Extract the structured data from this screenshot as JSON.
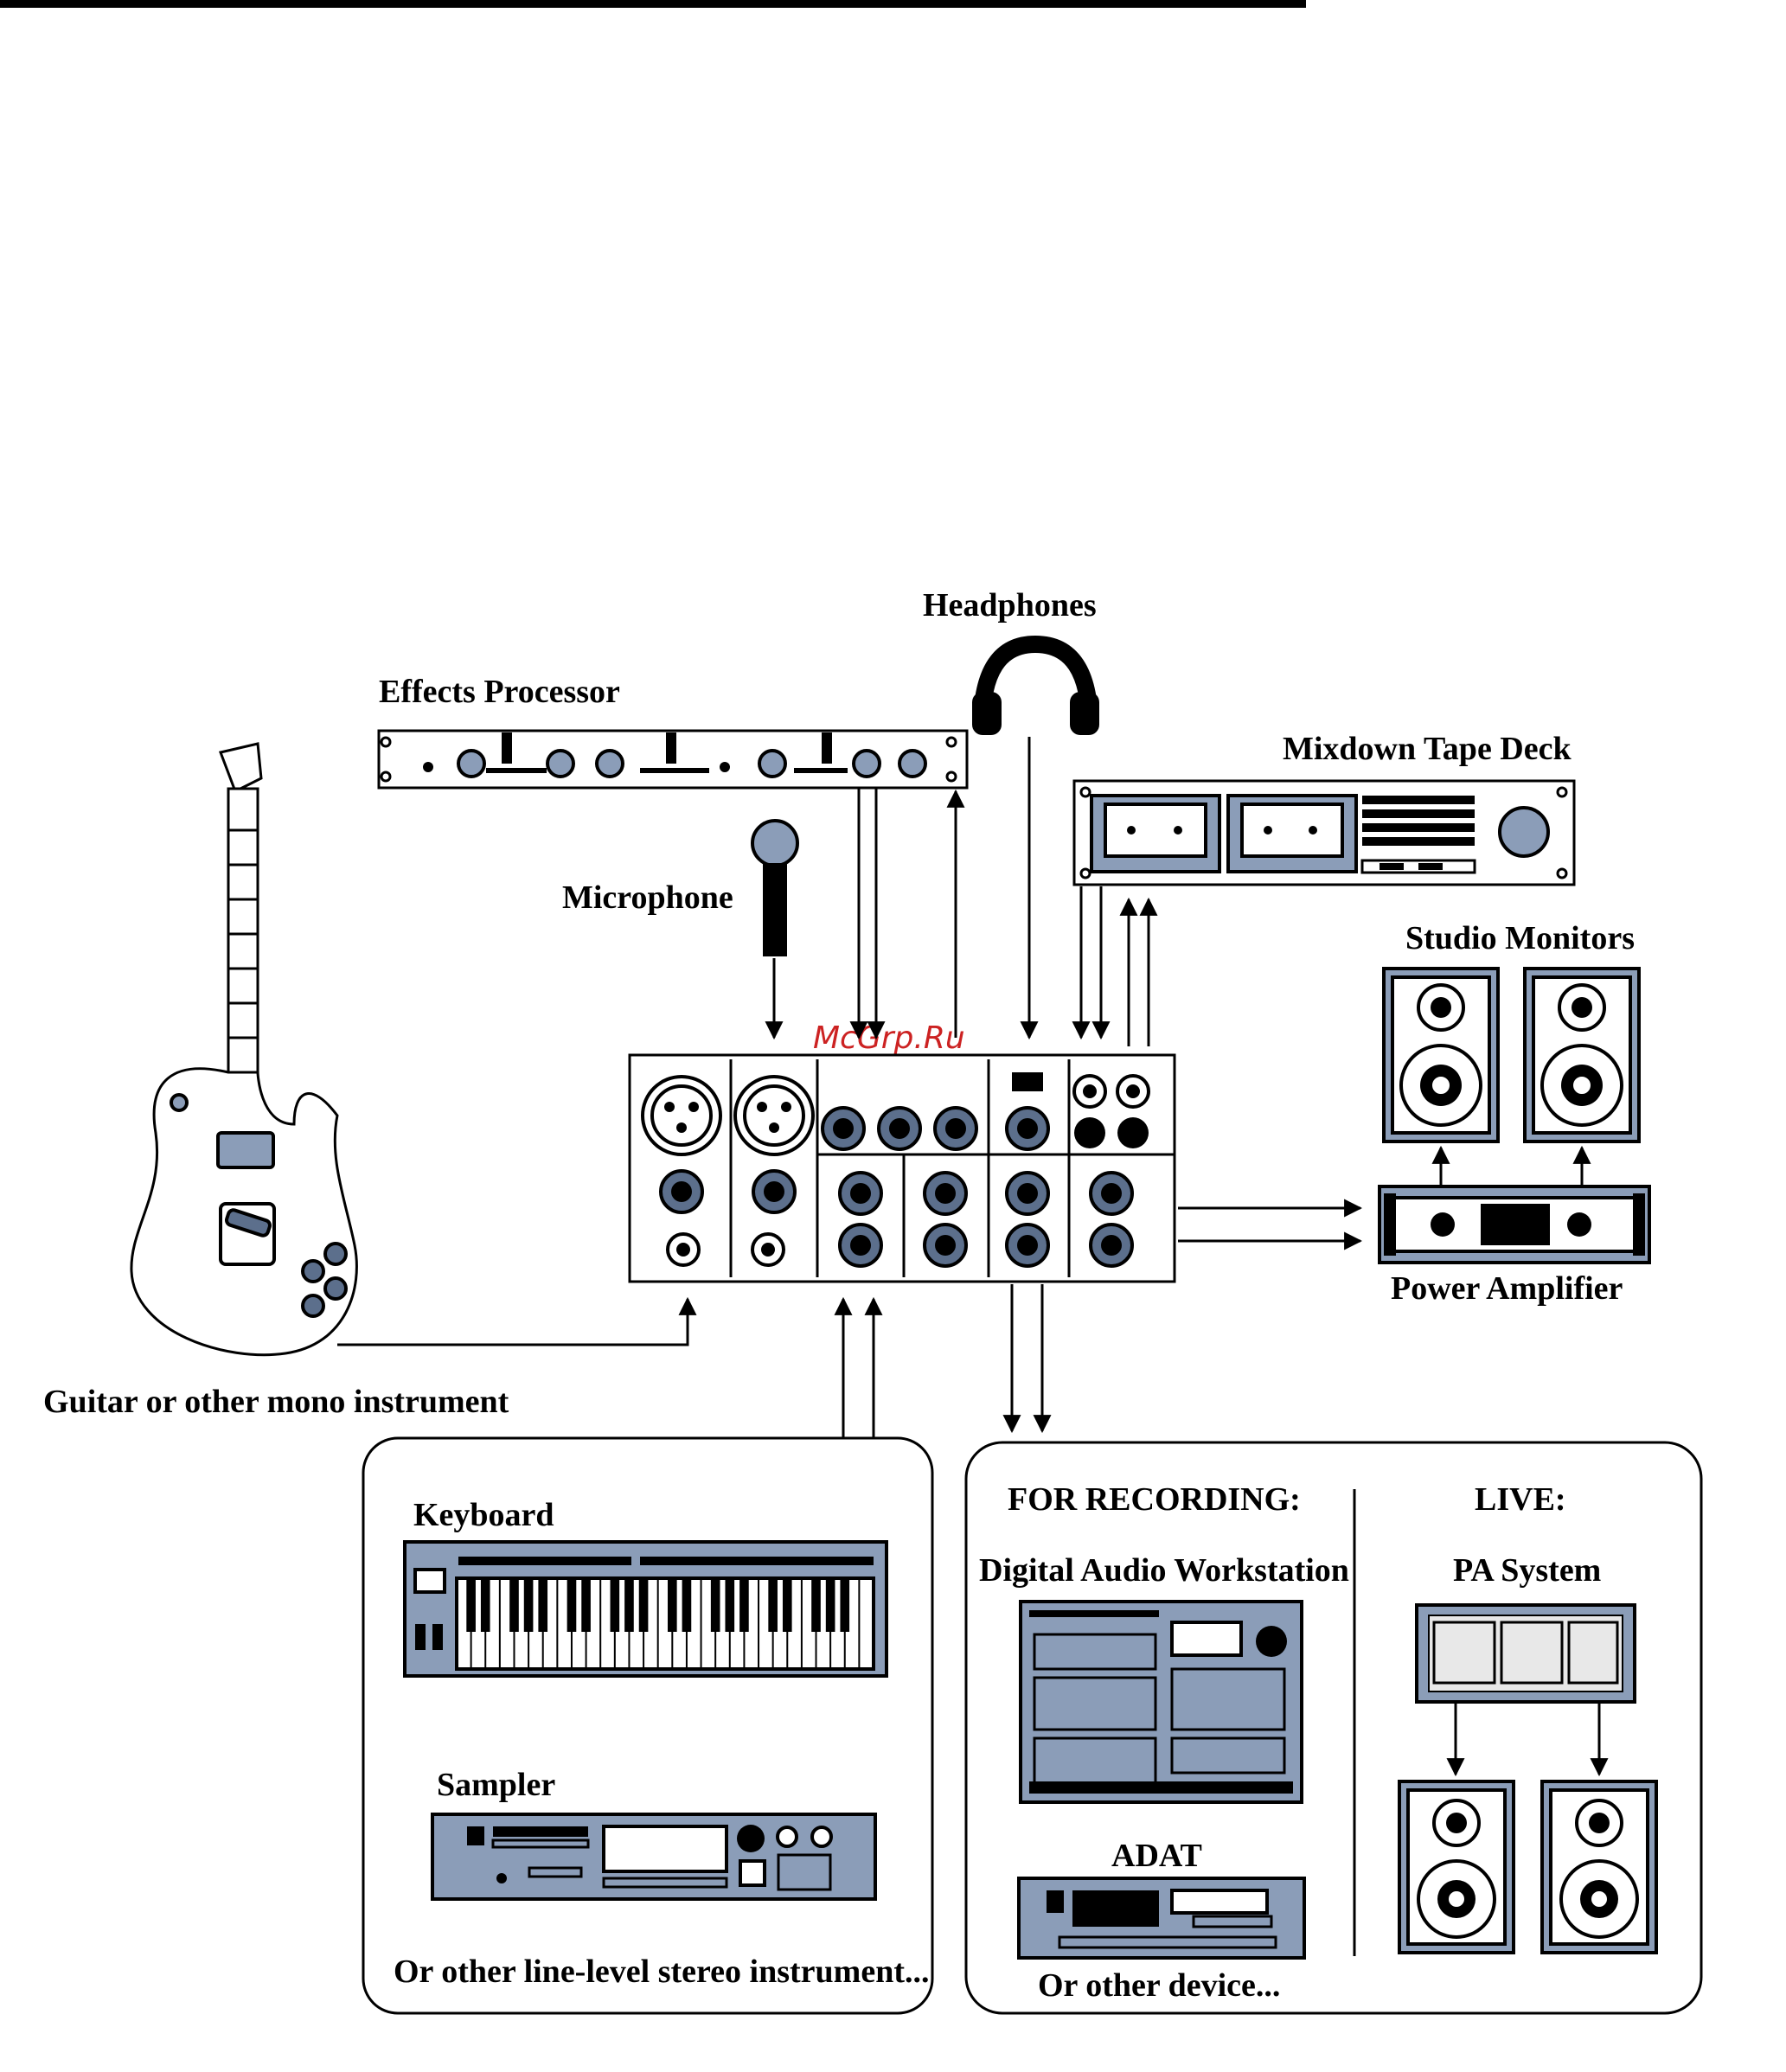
{
  "labels": {
    "headphones": "Headphones",
    "effects": "Effects Processor",
    "tape_deck": "Mixdown Tape Deck",
    "microphone": "Microphone",
    "monitors": "Studio Monitors",
    "amplifier": "Power Amplifier",
    "guitar": "Guitar or other mono instrument",
    "keyboard": "Keyboard",
    "sampler": "Sampler",
    "stereo_instr": "Or other line-level stereo instrument...",
    "for_recording": "FOR RECORDING:",
    "daw": "Digital Audio Workstation",
    "adat": "ADAT",
    "other_device": "Or other device...",
    "live": "LIVE:",
    "pa": "PA System"
  },
  "watermark": "McGrp.Ru",
  "colors": {
    "equipment": "#8b9db8",
    "equipment_dark": "#5c6f8c",
    "line": "#000000",
    "watermark": "#cc2222"
  }
}
